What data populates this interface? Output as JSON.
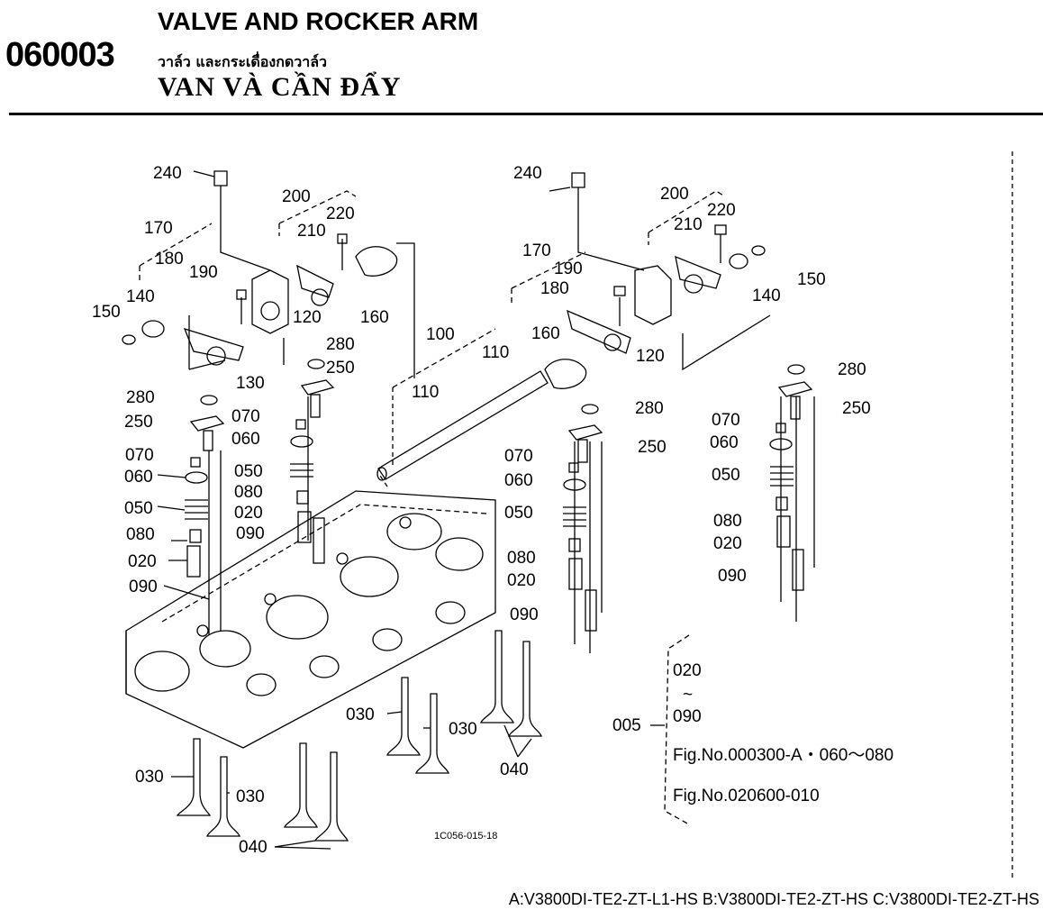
{
  "header": {
    "code": "060003",
    "title_en": "VALVE AND ROCKER ARM",
    "title_th": "วาล์ว และกระเดื่องกดวาล์ว",
    "title_vi": "VAN VÀ CẦN ĐẨY"
  },
  "callouts": {
    "c240": "240",
    "c200": "200",
    "c220": "220",
    "c210": "210",
    "c170": "170",
    "c190": "190",
    "c180": "180",
    "c150": "150",
    "c140": "140",
    "c120": "120",
    "c160": "160",
    "c130": "130",
    "c280": "280",
    "c250": "250",
    "c100": "100",
    "c110": "110",
    "c070": "070",
    "c060": "060",
    "c050": "050",
    "c080": "080",
    "c020": "020",
    "c090": "090",
    "c030": "030",
    "c040": "040",
    "c005": "005"
  },
  "note": {
    "line1": "020",
    "line2": "~",
    "line3": "090",
    "line4": "Fig.No.000300-A・060～080",
    "line5": "Fig.No.020600-010"
  },
  "figure_id": "1C056-015-18",
  "footer": "A:V3800DI-TE2-ZT-L1-HS B:V3800DI-TE2-ZT-HS C:V3800DI-TE2-ZT-HS"
}
